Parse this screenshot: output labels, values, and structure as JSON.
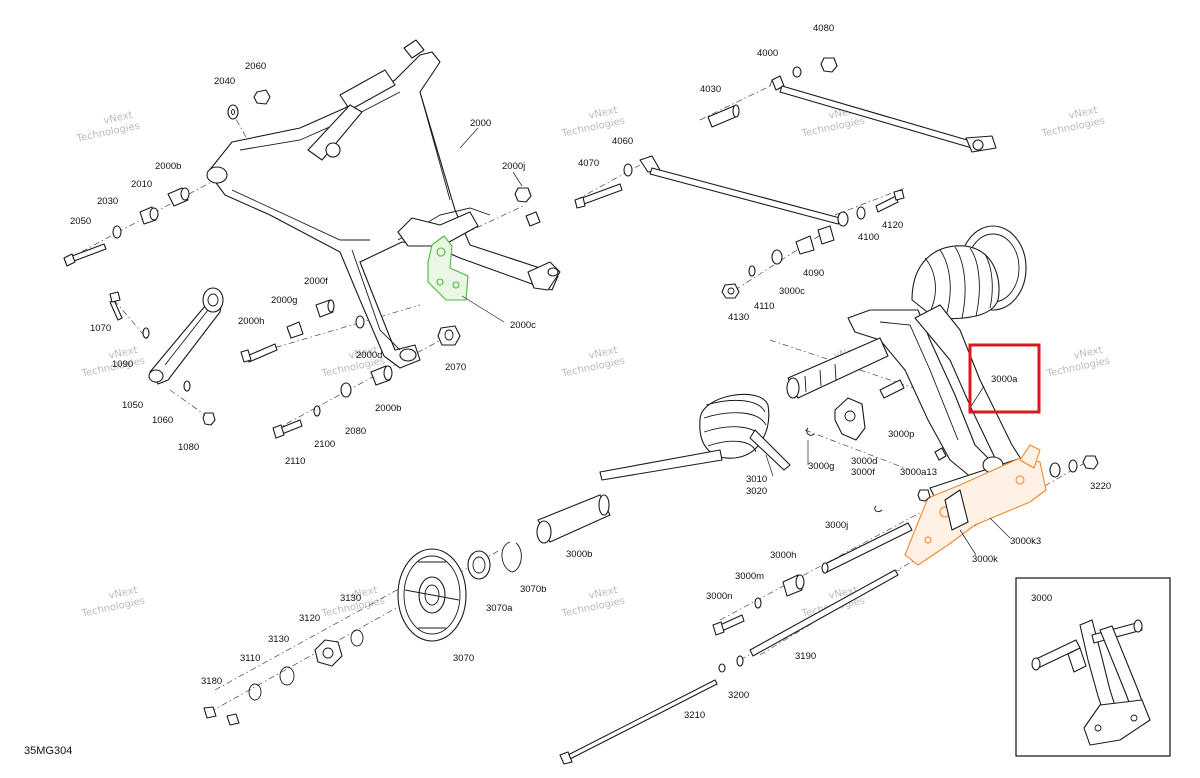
{
  "diagram_code": "35MG304",
  "watermark": {
    "line1": "vNext",
    "line2": "Technologies"
  },
  "highlight_color": "#d9191f",
  "accent_green": "#4cba3a",
  "accent_orange": "#f0882e",
  "callouts": {
    "p2060": "2060",
    "p2040": "2040",
    "p2000": "2000",
    "p2000j": "2000j",
    "p2000b_top": "2000b",
    "p2010": "2010",
    "p2030": "2030",
    "p2050": "2050",
    "p2000c": "2000c",
    "p2000f": "2000f",
    "p2000g": "2000g",
    "p2000h": "2000h",
    "p2000d": "2000d",
    "p2070": "2070",
    "p2000b_low": "2000b",
    "p2080": "2080",
    "p2100": "2100",
    "p2110": "2110",
    "p1070": "1070",
    "p1090": "1090",
    "p1050": "1050",
    "p1060": "1060",
    "p1080": "1080",
    "p4080": "4080",
    "p4000": "4000",
    "p4030": "4030",
    "p4060": "4060",
    "p4070": "4070",
    "p4120": "4120",
    "p4100": "4100",
    "p4090": "4090",
    "p3000c": "3000c",
    "p4110": "4110",
    "p4130": "4130",
    "p3000a": "3000a",
    "p3000p": "3000p",
    "p3000g": "3000g",
    "p3000d": "3000d",
    "p3000f": "3000f",
    "p3000a13": "3000a13",
    "p3010": "3010",
    "p3020": "3020",
    "p3220": "3220",
    "p3000k3": "3000k3",
    "p3000k": "3000k",
    "p3000j": "3000j",
    "p3000h": "3000h",
    "p3000m": "3000m",
    "p3000n": "3000n",
    "p3190": "3190",
    "p3200": "3200",
    "p3210": "3210",
    "p3000b": "3000b",
    "p3070a": "3070a",
    "p3070b": "3070b",
    "p3070": "3070",
    "p3130a": "3130",
    "p3130b": "3130",
    "p3120": "3120",
    "p3110": "3110",
    "p3180": "3180",
    "inset_3000": "3000"
  }
}
